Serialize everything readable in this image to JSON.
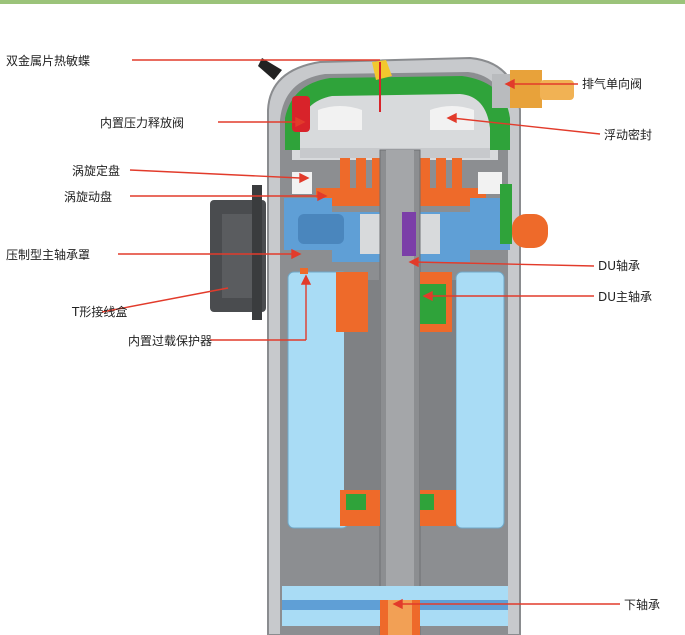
{
  "labels": {
    "bimetal": "双金属片热敏蝶",
    "relief_valve": "内置压力释放阀",
    "fixed_scroll": "涡旋定盘",
    "orbit_scroll": "涡旋动盘",
    "main_bearing_housing": "压制型主轴承罩",
    "junction_box": "T形接线盒",
    "overload_protector": "内置过载保护器",
    "discharge_valve": "排气单向阀",
    "floating_seal": "浮动密封",
    "du_bearing": "DU轴承",
    "du_main_bearing": "DU主轴承",
    "lower_bearing": "下轴承"
  },
  "colors": {
    "shell": "#c7c9cc",
    "shell_edge": "#8a8c8f",
    "cavity": "#8c8e91",
    "motor": "#a9dcf5",
    "motor_edge": "#6fa7c7",
    "orange": "#ee6a2a",
    "green": "#2fa33a",
    "blue": "#5f9fd6",
    "purple": "#7b3fa8",
    "leader": "#e23b2b",
    "brass": "#e8a23a"
  }
}
